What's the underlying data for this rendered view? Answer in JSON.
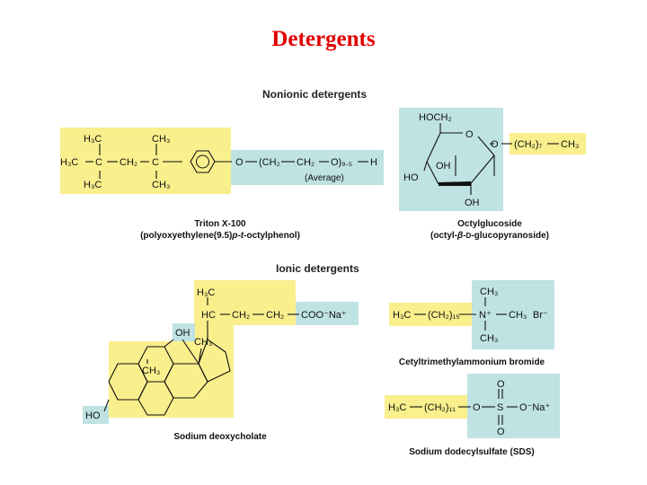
{
  "title": "Detergents",
  "colors": {
    "title": "#e00000",
    "hydrophobic_fill": "#f9ef8c",
    "hydrophilic_fill": "#bfe2e3",
    "bond": "#111111"
  },
  "sections": {
    "nonionic": "Nonionic detergents",
    "ionic": "Ionic detergents"
  },
  "captions": {
    "triton": {
      "name": "Triton X-100",
      "pre": "(polyoxyethylene(9.5)",
      "italic": "p-t",
      "post": "-octylphenol)"
    },
    "octyl": {
      "name": "Octylglucoside",
      "pre": "(octyl-",
      "italic": "β",
      "mid": "-",
      "smallcap": "D",
      "post": "-glucopyranoside)"
    },
    "deoxy": "Sodium deoxycholate",
    "ctab": "Cetyltrimethylammonium bromide",
    "sds": "Sodium dodecylsulfate (SDS)"
  },
  "labels": {
    "h3c": "H₃C",
    "ch3": "CH₃",
    "ch2": "CH₂",
    "c": "C",
    "hc": "HC",
    "h": "H",
    "o": "O",
    "oh": "OH",
    "ho": "HO",
    "hoch2": "HOCH₂",
    "average": "(Average)",
    "ch2_7": "(CH₂)₇",
    "ch2_15": "(CH₂)₁₅",
    "ch2_11": "(CH₂)₁₁",
    "peg_open": "(CH₂",
    "peg_close": "O)₉.₅",
    "coo_na": "COO⁻Na⁺",
    "n_plus": "N⁺",
    "br_minus": "Br⁻",
    "o_minus_na": "O⁻Na⁺",
    "s": "S"
  }
}
